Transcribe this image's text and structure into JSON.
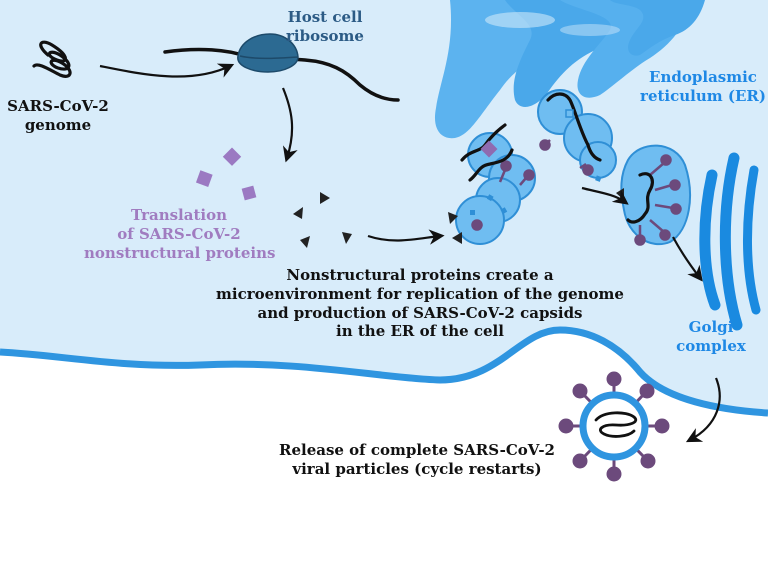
{
  "labels": {
    "genome": [
      "SARS-CoV-2",
      "genome"
    ],
    "ribosome": [
      "Host cell",
      "ribosome"
    ],
    "er": [
      "Endoplasmic",
      "reticulum (ER)"
    ],
    "translation": [
      "Translation",
      "of SARS-CoV-2",
      "nonstructural proteins"
    ],
    "microenv": [
      "Nonstructural proteins create a",
      "microenvironment for replication of the genome",
      "and production of SARS-CoV-2 capsids",
      "in the ER of the cell"
    ],
    "golgi": [
      "Golgi",
      "complex"
    ],
    "release": [
      "Release of complete SARS-CoV-2",
      "viral particles (cycle restarts)"
    ]
  },
  "colors": {
    "cytoplasm": "#d8ecfa",
    "membrane": "#2f95e0",
    "er": "#58b2ee",
    "protein": "#6c4a7c",
    "label_blue": "#1e88e5",
    "label_purple": "#a07cc0",
    "ribosome": "#2c6a92",
    "rna": "#111111"
  },
  "icons": {
    "genome": "rna-coil-icon",
    "ribosome": "ribosome-icon",
    "virion": "virus-particle-icon"
  }
}
